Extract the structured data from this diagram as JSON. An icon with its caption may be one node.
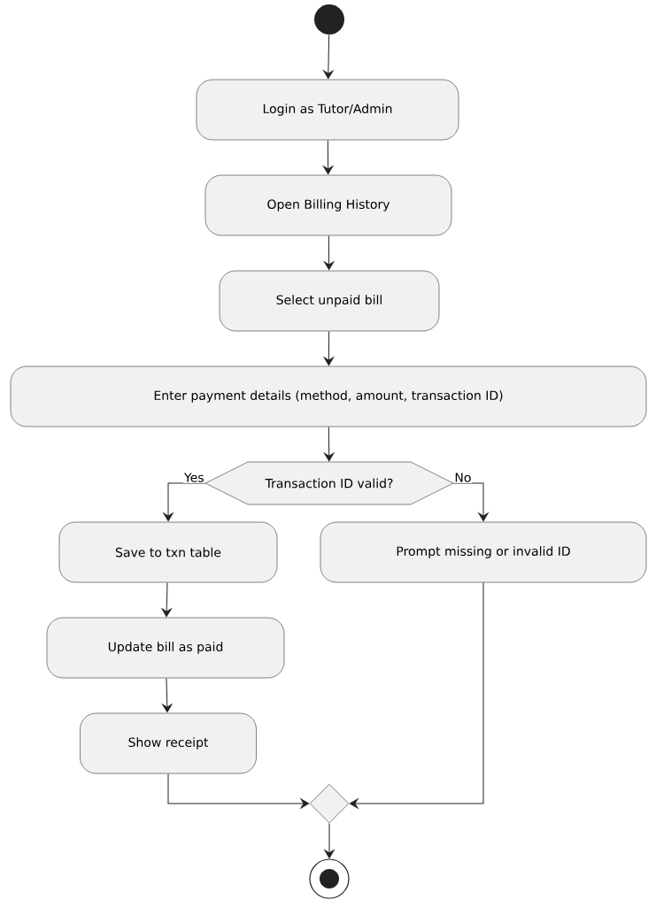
{
  "diagram": {
    "nodes": [
      {
        "text": [],
        "shape": "circle"
      },
      {
        "text": [
          "Login as Tutor/Admin"
        ]
      },
      {
        "text": [
          "Open Billing History"
        ]
      },
      {
        "text": [
          "Select unpaid bill"
        ]
      },
      {
        "text": [
          "Enter payment details (method, amount, transaction ID)"
        ]
      },
      {
        "text": [
          "Transaction ID valid?"
        ]
      },
      {
        "text": [
          "Save to txn table"
        ]
      },
      {
        "text": [
          "Prompt missing or invalid ID"
        ]
      },
      {
        "text": [
          "Update bill as paid"
        ]
      },
      {
        "text": [
          "Show receipt"
        ]
      },
      {
        "text": [],
        "shape": "diamond"
      },
      {
        "text": [],
        "shape": "bullseye"
      }
    ],
    "edges": [
      {
        "from": 0,
        "to": 1,
        "arrow": "to"
      },
      {
        "from": 1,
        "to": 2,
        "arrow": "to"
      },
      {
        "from": 2,
        "to": 3,
        "arrow": "to"
      },
      {
        "from": 3,
        "to": 4,
        "arrow": "to"
      },
      {
        "from": 4,
        "to": 5,
        "arrow": "to"
      },
      {
        "from": 5,
        "to": 6,
        "arrow": "to",
        "label": "Yes"
      },
      {
        "from": 5,
        "to": 7,
        "arrow": "to",
        "label": "No"
      },
      {
        "from": 6,
        "to": 8,
        "arrow": "to"
      },
      {
        "from": 8,
        "to": 9,
        "arrow": "to"
      },
      {
        "from": 9,
        "to": 10,
        "arrow": "to"
      },
      {
        "from": 7,
        "to": 10,
        "arrow": "to"
      },
      {
        "from": 10,
        "to": 11,
        "arrow": "to"
      }
    ]
  }
}
